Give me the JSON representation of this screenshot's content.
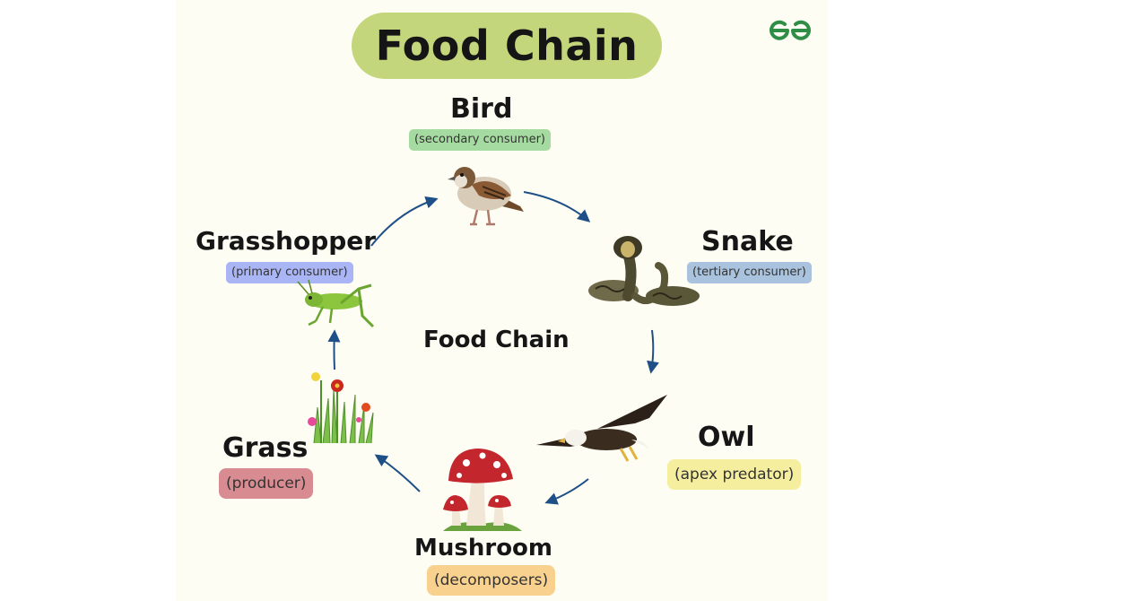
{
  "title": "Food Chain",
  "center_label": "Food Chain",
  "logo": {
    "icon": "geeksforgeeks-logo-icon",
    "color": "#2f8d46"
  },
  "nodes": {
    "bird": {
      "name": "Bird",
      "role": "(secondary consumer)",
      "role_color": "#a5dba0"
    },
    "snake": {
      "name": "Snake",
      "role": "(tertiary consumer)",
      "role_color": "#a9c2dd"
    },
    "owl": {
      "name": "Owl",
      "role": "(apex predator)",
      "role_color": "#f5ee9e"
    },
    "mushroom": {
      "name": "Mushroom",
      "role": "(decomposers)",
      "role_color": "#f9d18e"
    },
    "grass": {
      "name": "Grass",
      "role": "(producer)",
      "role_color": "#d88c92"
    },
    "grasshopper": {
      "name": "Grasshopper",
      "role": "(primary consumer)",
      "role_color": "#a9b5f5"
    }
  },
  "arrow_color": "#1e4f86"
}
